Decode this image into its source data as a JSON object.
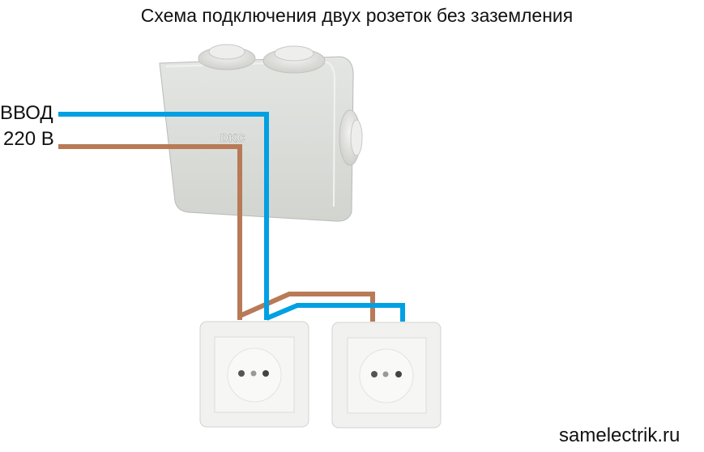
{
  "title": "Схема подключения двух розеток без заземления",
  "input_label_line1": "ВВОД",
  "input_label_line2": "220 В",
  "junction_box_brand": "DKC",
  "watermark": "samelectrik.ru",
  "colors": {
    "neutral_wire": "#00a0e3",
    "phase_wire": "#b87a57",
    "device": "#ececea"
  }
}
